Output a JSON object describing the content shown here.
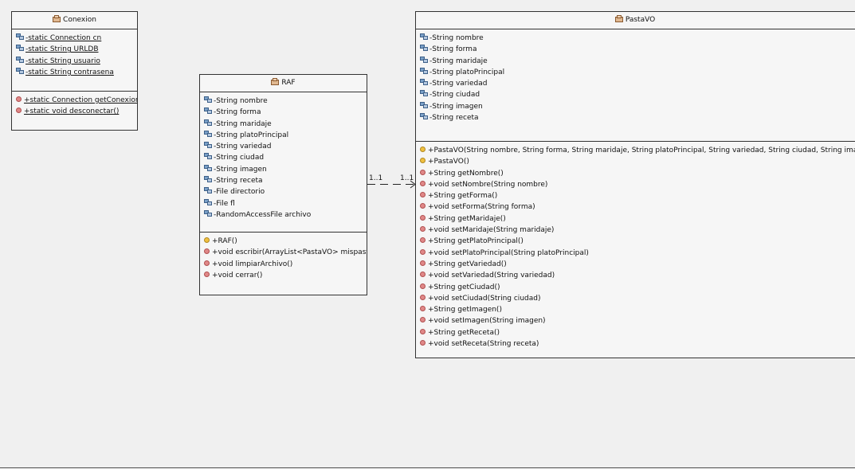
{
  "classes": {
    "conexion": {
      "title": "Conexion",
      "attributes": [
        "-static Connection cn",
        "-static String URLDB",
        "-static String usuario",
        "-static String contrasena"
      ],
      "methods": [
        "+static Connection getConexion(",
        "+static void desconectar()"
      ]
    },
    "raf": {
      "title": "RAF",
      "attributes": [
        "-String nombre",
        "-String forma",
        "-String maridaje",
        "-String platoPrincipal",
        "-String variedad",
        "-String ciudad",
        "-String imagen",
        "-String receta",
        "-File directorio",
        "-File fl",
        "-RandomAccessFile archivo"
      ],
      "constructors": [
        "+RAF()"
      ],
      "methods": [
        "+void escribir(ArrayList<PastaVO> mispastas",
        "+void limpiarArchivo()",
        "+void cerrar()"
      ]
    },
    "pastavo": {
      "title": "PastaVO",
      "attributes": [
        "-String nombre",
        "-String forma",
        "-String maridaje",
        "-String platoPrincipal",
        "-String variedad",
        "-String ciudad",
        "-String imagen",
        "-String receta"
      ],
      "constructors": [
        "+PastaVO(String nombre, String forma, String maridaje, String platoPrincipal, String variedad, String ciudad, String imagen, String",
        "+PastaVO()"
      ],
      "methods": [
        "+String getNombre()",
        "+void setNombre(String nombre)",
        "+String getForma()",
        "+void setForma(String forma)",
        "+String getMaridaje()",
        "+void setMaridaje(String maridaje)",
        "+String getPlatoPrincipal()",
        "+void setPlatoPrincipal(String platoPrincipal)",
        "+String getVariedad()",
        "+void setVariedad(String variedad)",
        "+String getCiudad()",
        "+void setCiudad(String ciudad)",
        "+String getImagen()",
        "+void setImagen(String imagen)",
        "+String getReceta()",
        "+void setReceta(String receta)"
      ]
    }
  },
  "association": {
    "source_multiplicity": "1..1",
    "target_multiplicity": "1..1"
  },
  "colors": {
    "background": "#f0f0f0",
    "box_fill": "#f6f6f6",
    "border": "#333333"
  }
}
